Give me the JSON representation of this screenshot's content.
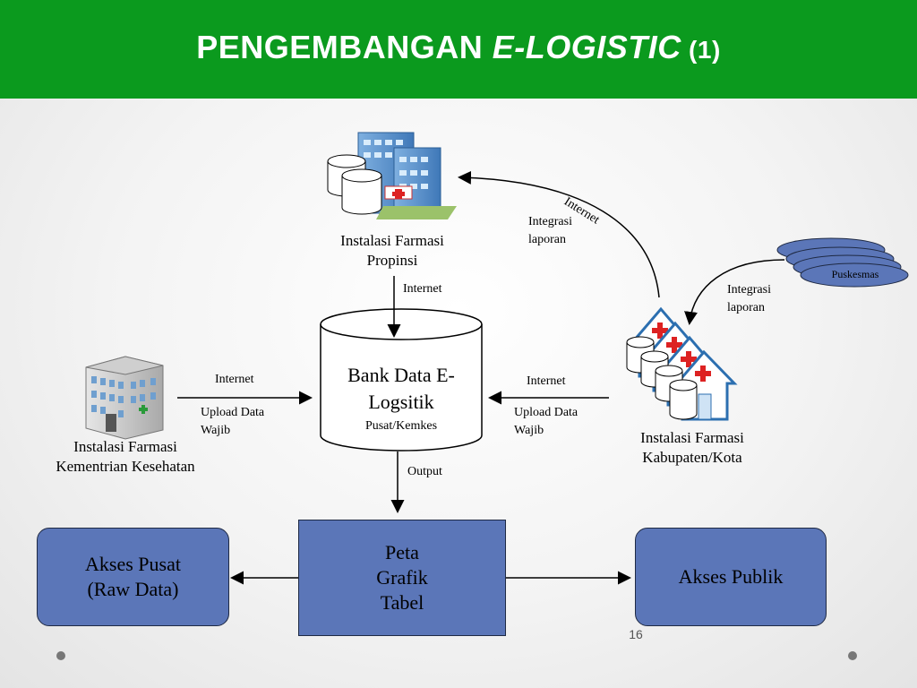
{
  "slide": {
    "title_prefix": "PENGEMBANGAN ",
    "title_italic": "E-LOGISTIC",
    "title_suffix": " (1)",
    "page_number": "16"
  },
  "nodes": {
    "propinsi": "Instalasi Farmasi\nPropinsi",
    "kemkes": "Instalasi Farmasi\nKementrian Kesehatan",
    "kabupaten": "Instalasi Farmasi\nKabupaten/Kota",
    "bank_title": "Bank Data E-\nLogsitik",
    "bank_sub": "Pusat/Kemkes",
    "puskesmas": "Puskesmas"
  },
  "edges": {
    "internet_top": "Internet",
    "internet_left": "Internet",
    "upload_left": "Upload Data\nWajib",
    "internet_right": "Internet",
    "upload_right": "Upload Data\nWajib",
    "internet_arc": "Internet",
    "integrasi_top": "Integrasi\nlaporan",
    "integrasi_right": "Integrasi\nlaporan",
    "output": "Output"
  },
  "boxes": {
    "akses_pusat": "Akses Pusat\n(Raw Data)",
    "center": "Peta\nGrafik\nTabel",
    "akses_publik": "Akses Publik"
  },
  "colors": {
    "header_green": "#0b9a1e",
    "box_blue": "#5b76b8",
    "puskesmas_blue": "#5b76b8"
  }
}
